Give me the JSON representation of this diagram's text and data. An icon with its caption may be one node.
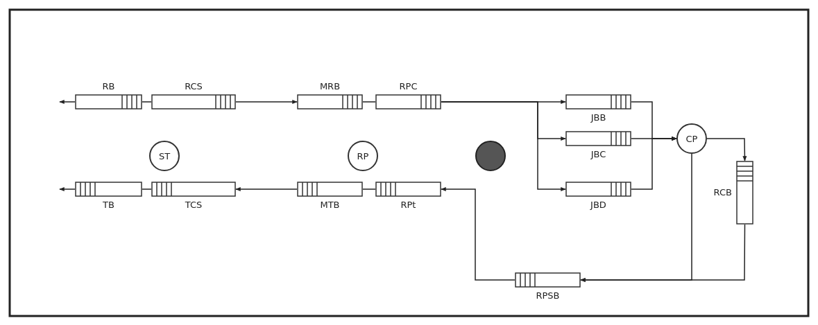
{
  "diagram": {
    "nodes": [
      {
        "text": [
          "RB"
        ]
      },
      {
        "text": [
          "RCS"
        ]
      },
      {
        "text": [
          "MRB"
        ]
      },
      {
        "text": [
          "RPC"
        ]
      },
      {
        "text": [
          "JBB"
        ]
      },
      {
        "text": [
          "JBC"
        ]
      },
      {
        "text": [
          "JBD"
        ]
      },
      {
        "text": [
          "CP"
        ]
      },
      {
        "text": [
          "RCB"
        ]
      },
      {
        "text": [
          "RPSB"
        ]
      },
      {
        "text": [
          "RPt"
        ]
      },
      {
        "text": [
          "MTB"
        ]
      },
      {
        "text": [
          "TCS"
        ]
      },
      {
        "text": [
          "TB"
        ]
      },
      {
        "text": [
          "ST"
        ]
      },
      {
        "text": [
          "RP"
        ]
      },
      {
        "text": [],
        "shape": "circle"
      }
    ],
    "edges": [
      {
        "from": 0,
        "to": null,
        "arrow": "to"
      },
      {
        "from": 0,
        "to": 1,
        "arrow": "none"
      },
      {
        "from": 1,
        "to": 2,
        "arrow": "to"
      },
      {
        "from": 2,
        "to": 3,
        "arrow": "none"
      },
      {
        "from": 3,
        "to": 4,
        "arrow": "to"
      },
      {
        "from": 3,
        "to": 5,
        "arrow": "to"
      },
      {
        "from": 3,
        "to": 6,
        "arrow": "to"
      },
      {
        "from": 4,
        "to": 7,
        "arrow": "to"
      },
      {
        "from": 5,
        "to": 7,
        "arrow": "to"
      },
      {
        "from": 6,
        "to": 7,
        "arrow": "to"
      },
      {
        "from": 7,
        "to": 8,
        "arrow": "to"
      },
      {
        "from": 7,
        "to": 9,
        "arrow": "to"
      },
      {
        "from": 8,
        "to": 9,
        "arrow": "to"
      },
      {
        "from": 9,
        "to": 10,
        "arrow": "to"
      },
      {
        "from": 10,
        "to": 11,
        "arrow": "none"
      },
      {
        "from": 11,
        "to": 12,
        "arrow": "to"
      },
      {
        "from": 12,
        "to": 13,
        "arrow": "none"
      },
      {
        "from": 13,
        "to": null,
        "arrow": "to"
      }
    ]
  }
}
